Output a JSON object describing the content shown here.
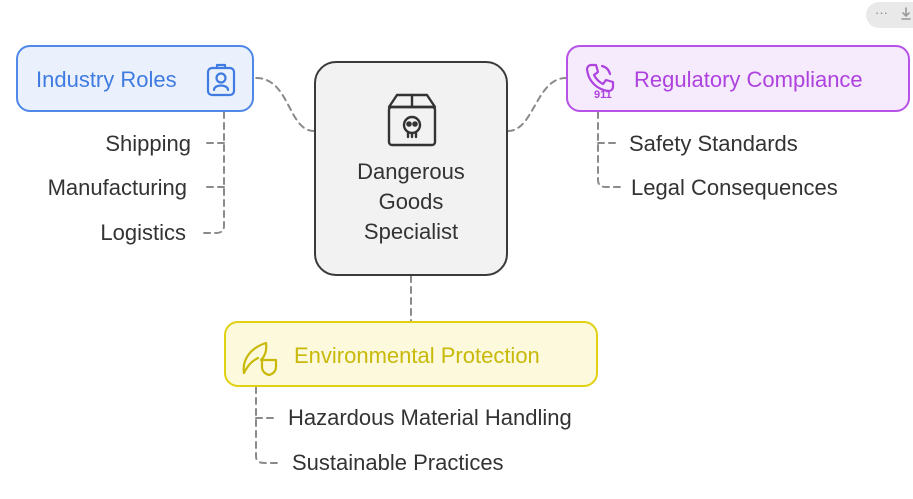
{
  "center": {
    "title": "Dangerous\nGoods\nSpecialist",
    "icon": "hazard-box-icon"
  },
  "branches": {
    "industry_roles": {
      "label": "Industry Roles",
      "icon": "id-badge-icon",
      "color": "#4f88e6",
      "items": [
        "Shipping",
        "Manufacturing",
        "Logistics"
      ]
    },
    "regulatory_compliance": {
      "label": "Regulatory Compliance",
      "icon": "phone-911-icon",
      "color": "#b653e6",
      "items": [
        "Safety Standards",
        "Legal Consequences"
      ]
    },
    "environmental_protection": {
      "label": "Environmental Protection",
      "icon": "leaf-shield-icon",
      "color": "#e0d113",
      "items": [
        "Hazardous Material Handling",
        "Sustainable Practices"
      ]
    }
  },
  "toolbar": {
    "menu_label": "···",
    "icons": [
      "more-icon",
      "download-icon"
    ]
  }
}
